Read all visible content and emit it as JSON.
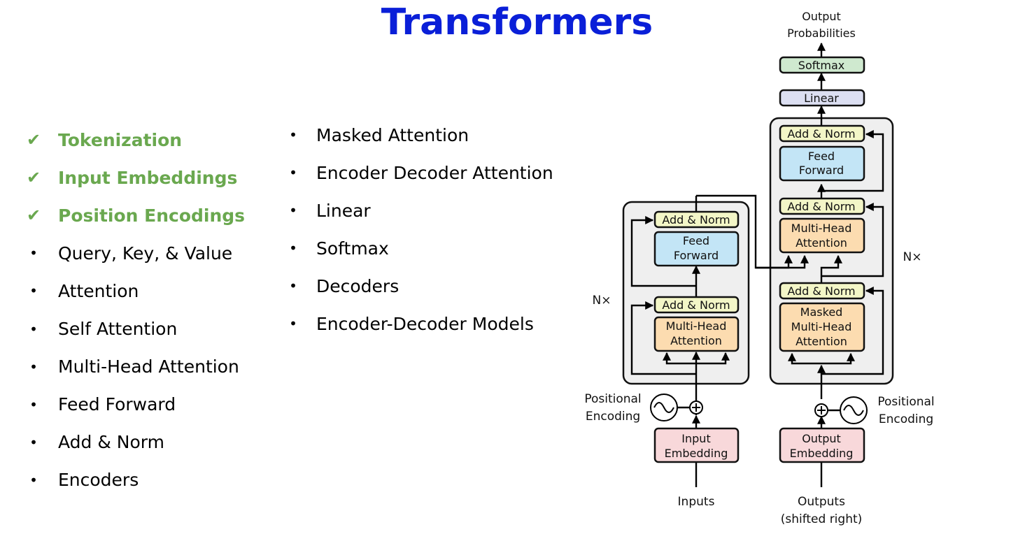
{
  "title": "Transformers",
  "topics_col1": [
    {
      "label": "Tokenization",
      "done": true
    },
    {
      "label": "Input Embeddings",
      "done": true
    },
    {
      "label": "Position Encodings",
      "done": true
    },
    {
      "label": "Query, Key, & Value",
      "done": false
    },
    {
      "label": "Attention",
      "done": false
    },
    {
      "label": "Self Attention",
      "done": false
    },
    {
      "label": "Multi-Head Attention",
      "done": false
    },
    {
      "label": "Feed Forward",
      "done": false
    },
    {
      "label": "Add & Norm",
      "done": false
    },
    {
      "label": "Encoders",
      "done": false
    }
  ],
  "topics_col2": [
    {
      "label": "Masked Attention"
    },
    {
      "label": "Encoder Decoder Attention"
    },
    {
      "label": "Linear"
    },
    {
      "label": "Softmax"
    },
    {
      "label": "Decoders"
    },
    {
      "label": "Encoder-Decoder Models"
    }
  ],
  "diagram": {
    "output_probs_line1": "Output",
    "output_probs_line2": "Probabilities",
    "softmax": "Softmax",
    "linear": "Linear",
    "add_norm": "Add & Norm",
    "feed_forward_line1": "Feed",
    "feed_forward_line2": "Forward",
    "multi_head_line1": "Multi-Head",
    "multi_head_line2": "Attention",
    "masked_line1": "Masked",
    "masked_line2": "Multi-Head",
    "masked_line3": "Attention",
    "nx": "N×",
    "pos_enc_line1": "Positional",
    "pos_enc_line2": "Encoding",
    "input_emb_line1": "Input",
    "input_emb_line2": "Embedding",
    "output_emb_line1": "Output",
    "output_emb_line2": "Embedding",
    "inputs": "Inputs",
    "outputs_line1": "Outputs",
    "outputs_line2": "(shifted right)"
  },
  "colors": {
    "title": "#0a1fd8",
    "done": "#6aa84f",
    "add_norm_fill": "#f3f6c7",
    "feed_forward_fill": "#c3e5f6",
    "attention_fill": "#fcdcb0",
    "embedding_fill": "#f8d8da",
    "linear_fill": "#dcdff2",
    "softmax_fill": "#cfe9cf",
    "block_fill": "#efefef"
  }
}
